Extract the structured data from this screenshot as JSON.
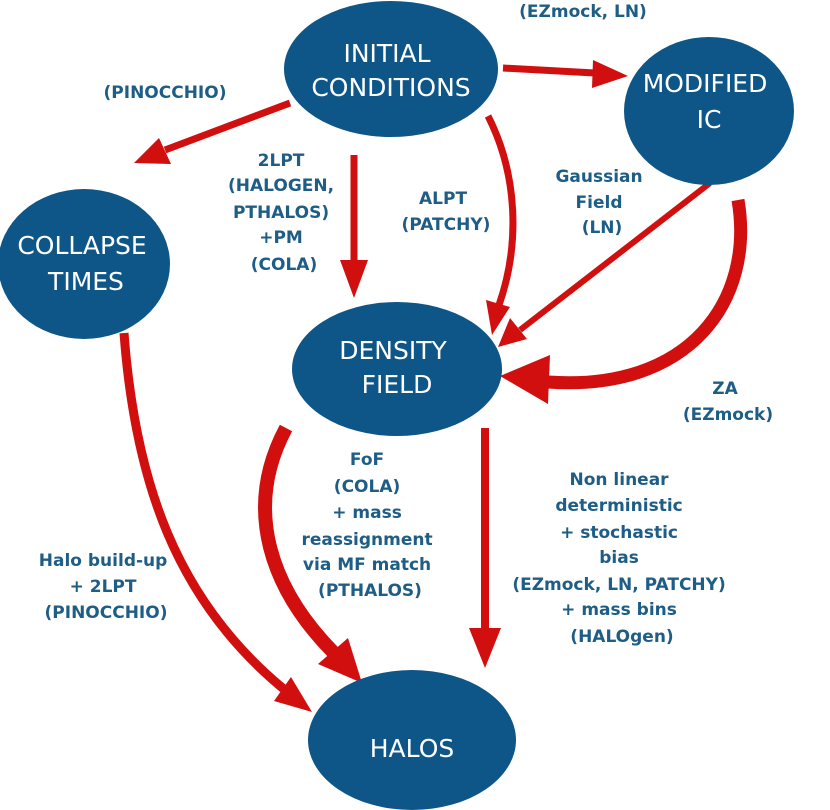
{
  "colors": {
    "node_fill": "#0e5688",
    "node_text": "#ffffff",
    "arrow": "#d10f0f",
    "label_text": "#1e5d86"
  },
  "nodes": {
    "initial_conditions": [
      "INITIAL",
      "CONDITIONS"
    ],
    "modified_ic": [
      "MODIFIED",
      "IC"
    ],
    "collapse_times": [
      "COLLAPSE",
      "TIMES"
    ],
    "density_field": [
      "DENSITY",
      "FIELD"
    ],
    "halos": [
      "HALOS"
    ]
  },
  "edge_labels": {
    "ezmock_ln": [
      "(EZmock, LN)"
    ],
    "pinocchio": [
      "(PINOCCHIO)"
    ],
    "lpt2": [
      "2LPT",
      "(HALOGEN,",
      "PTHALOS)",
      "+PM",
      "(COLA)"
    ],
    "alpt": [
      "ALPT",
      "(PATCHY)"
    ],
    "gaussian": [
      "Gaussian",
      "Field",
      "(LN)"
    ],
    "za": [
      "ZA",
      "(EZmock)"
    ],
    "fof": [
      "FoF",
      "(COLA)",
      "+ mass",
      "reassignment",
      "via MF match",
      "(PTHALOS)"
    ],
    "nonlinear": [
      "Non linear",
      "deterministic",
      "+ stochastic",
      "bias",
      "(EZmock, LN, PATCHY)",
      "+ mass bins",
      "(HALOgen)"
    ],
    "halo_buildup": [
      "Halo build-up",
      "+ 2LPT",
      "(PINOCCHIO)"
    ]
  }
}
